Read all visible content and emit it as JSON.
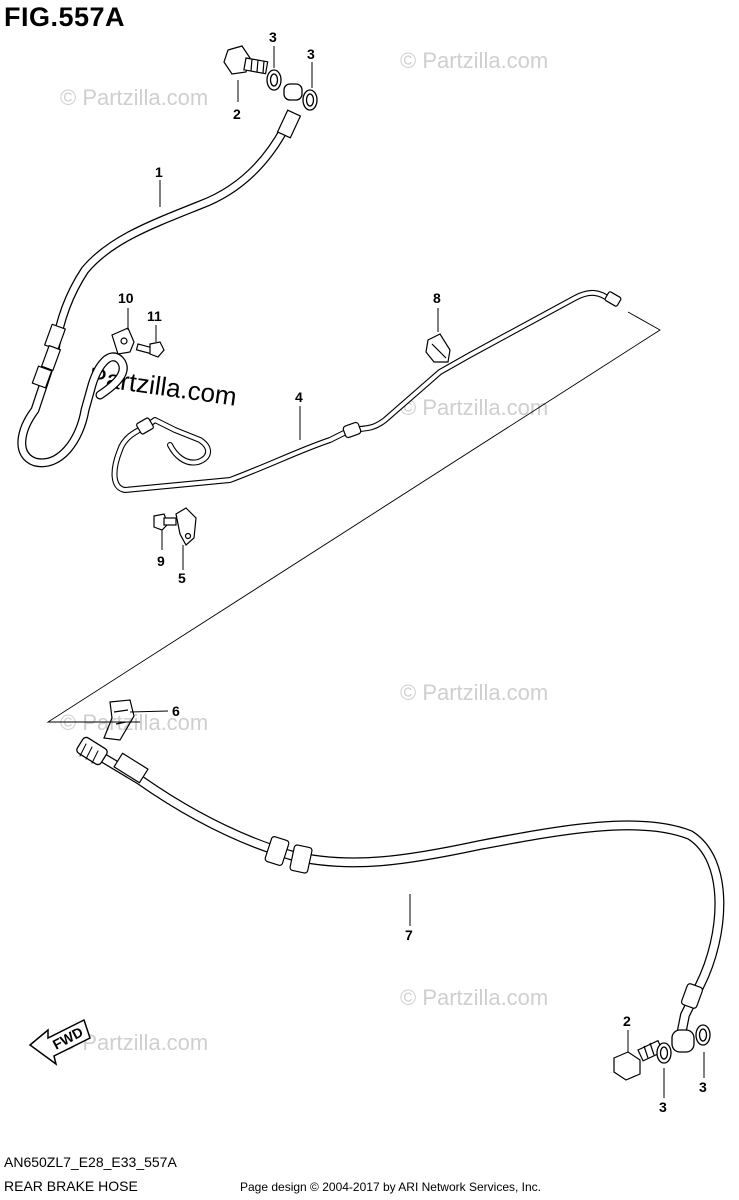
{
  "figure": {
    "title": "FIG.557A",
    "code": "AN650ZL7_E28_E33_557A",
    "name": "REAR BRAKE HOSE",
    "credit": "Page design © 2004-2017 by ARI Network Services, Inc.",
    "fwd_label": "FWD"
  },
  "watermark": {
    "text": "© Partzilla.com",
    "center_text": "Partzilla.com"
  },
  "callouts": [
    {
      "id": "c1",
      "label": "1"
    },
    {
      "id": "c2a",
      "label": "2"
    },
    {
      "id": "c3a",
      "label": "3"
    },
    {
      "id": "c3b",
      "label": "3"
    },
    {
      "id": "c4",
      "label": "4"
    },
    {
      "id": "c5",
      "label": "5"
    },
    {
      "id": "c6",
      "label": "6"
    },
    {
      "id": "c7",
      "label": "7"
    },
    {
      "id": "c8",
      "label": "8"
    },
    {
      "id": "c9",
      "label": "9"
    },
    {
      "id": "c10",
      "label": "10"
    },
    {
      "id": "c11",
      "label": "11"
    },
    {
      "id": "c2b",
      "label": "2"
    },
    {
      "id": "c3c",
      "label": "3"
    },
    {
      "id": "c3d",
      "label": "3"
    }
  ]
}
